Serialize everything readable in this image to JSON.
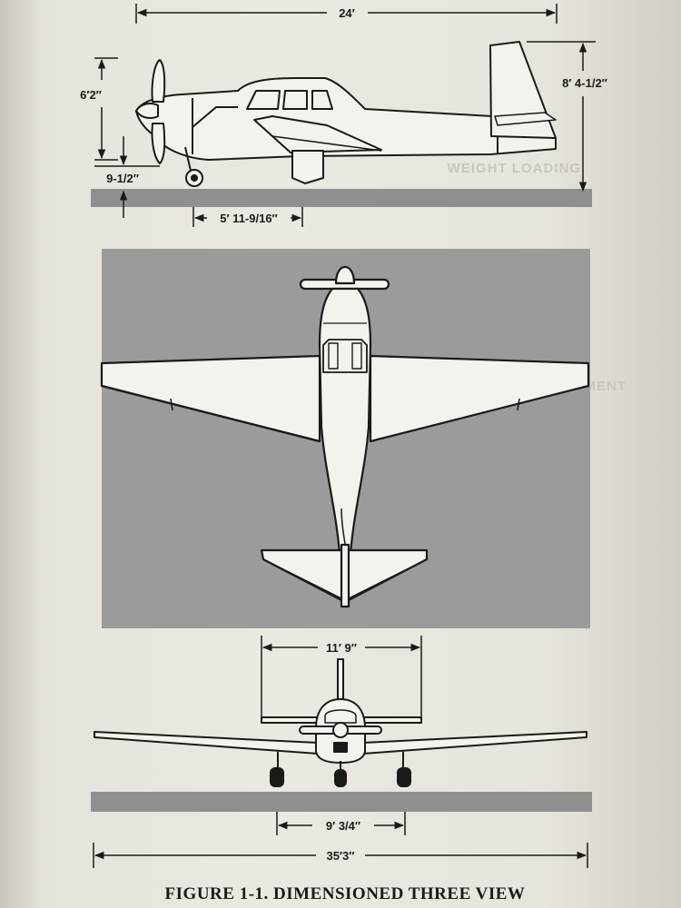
{
  "figure": {
    "caption": "FIGURE 1-1.  DIMENSIONED THREE VIEW"
  },
  "side_view": {
    "overall_length": "24′",
    "cabin_height": "6′2″",
    "tail_height": "8′ 4-1/2″",
    "prop_clearance": "9-1/2″",
    "wheelbase": "5′ 11-9/16″"
  },
  "front_view": {
    "stabilizer_span": "11′ 9″",
    "wheel_track": "9′ 3/4″",
    "wingspan": "35′3″"
  },
  "background_text": {
    "line_1": "BAGGAGE COMPARTMENT",
    "line_2": "WEIGHT LOADING"
  },
  "colors": {
    "paper": "#ebe8e1",
    "ink": "#1a1a1a",
    "ground_band": "#8f8f8f",
    "top_view_panel": "#9b9b9b",
    "aircraft_fill": "#f4f2ec"
  }
}
